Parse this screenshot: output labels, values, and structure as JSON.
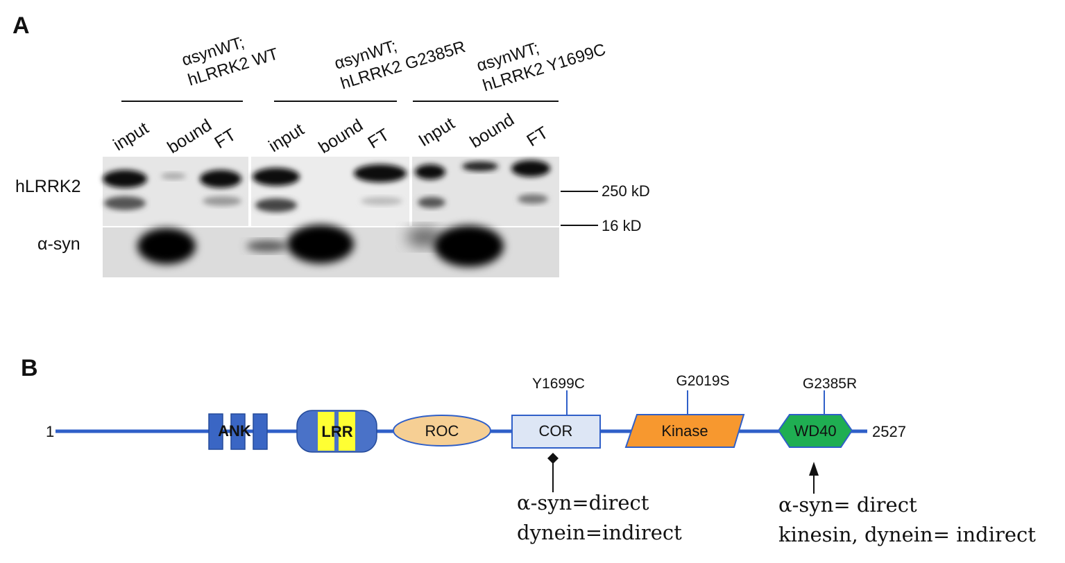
{
  "panel_a": {
    "letter": "A",
    "conditions": [
      {
        "line1": "αsynWT;",
        "line2": "hLRRK2 WT"
      },
      {
        "line1": "αsynWT;",
        "line2": "hLRRK2 G2385R"
      },
      {
        "line1": "αsynWT;",
        "line2": "hLRRK2 Y1699C"
      }
    ],
    "lanes": [
      "input",
      "bound",
      "FT",
      "input",
      "bound",
      "FT",
      "Input",
      "bound",
      "FT"
    ],
    "rows": [
      "hLRRK2",
      "α-syn"
    ],
    "markers": [
      "250 kD",
      "16 kD"
    ]
  },
  "panel_b": {
    "letter": "B",
    "start_label": "1",
    "end_label": "2527",
    "domains": [
      {
        "name": "ANK",
        "color": "#3a66c4",
        "text_color": "#ff1a1a"
      },
      {
        "name": "LRR",
        "color": "#ffff33",
        "text_color": "#ff1a1a"
      },
      {
        "name": "ROC",
        "color": "#f6cf94",
        "text_color": "#333333"
      },
      {
        "name": "COR",
        "color": "#dde6f5",
        "text_color": "#333333"
      },
      {
        "name": "Kinase",
        "color": "#f7982f",
        "text_color": "#222222"
      },
      {
        "name": "WD40",
        "color": "#1fae52",
        "text_color": "#ffffff"
      }
    ],
    "mutations": [
      "Y1699C",
      "G2019S",
      "G2385R"
    ],
    "annotations": [
      {
        "line1": "α-syn=direct",
        "line2": "dynein=indirect"
      },
      {
        "line1": "α-syn= direct",
        "line2": "kinesin, dynein= indirect"
      }
    ]
  }
}
